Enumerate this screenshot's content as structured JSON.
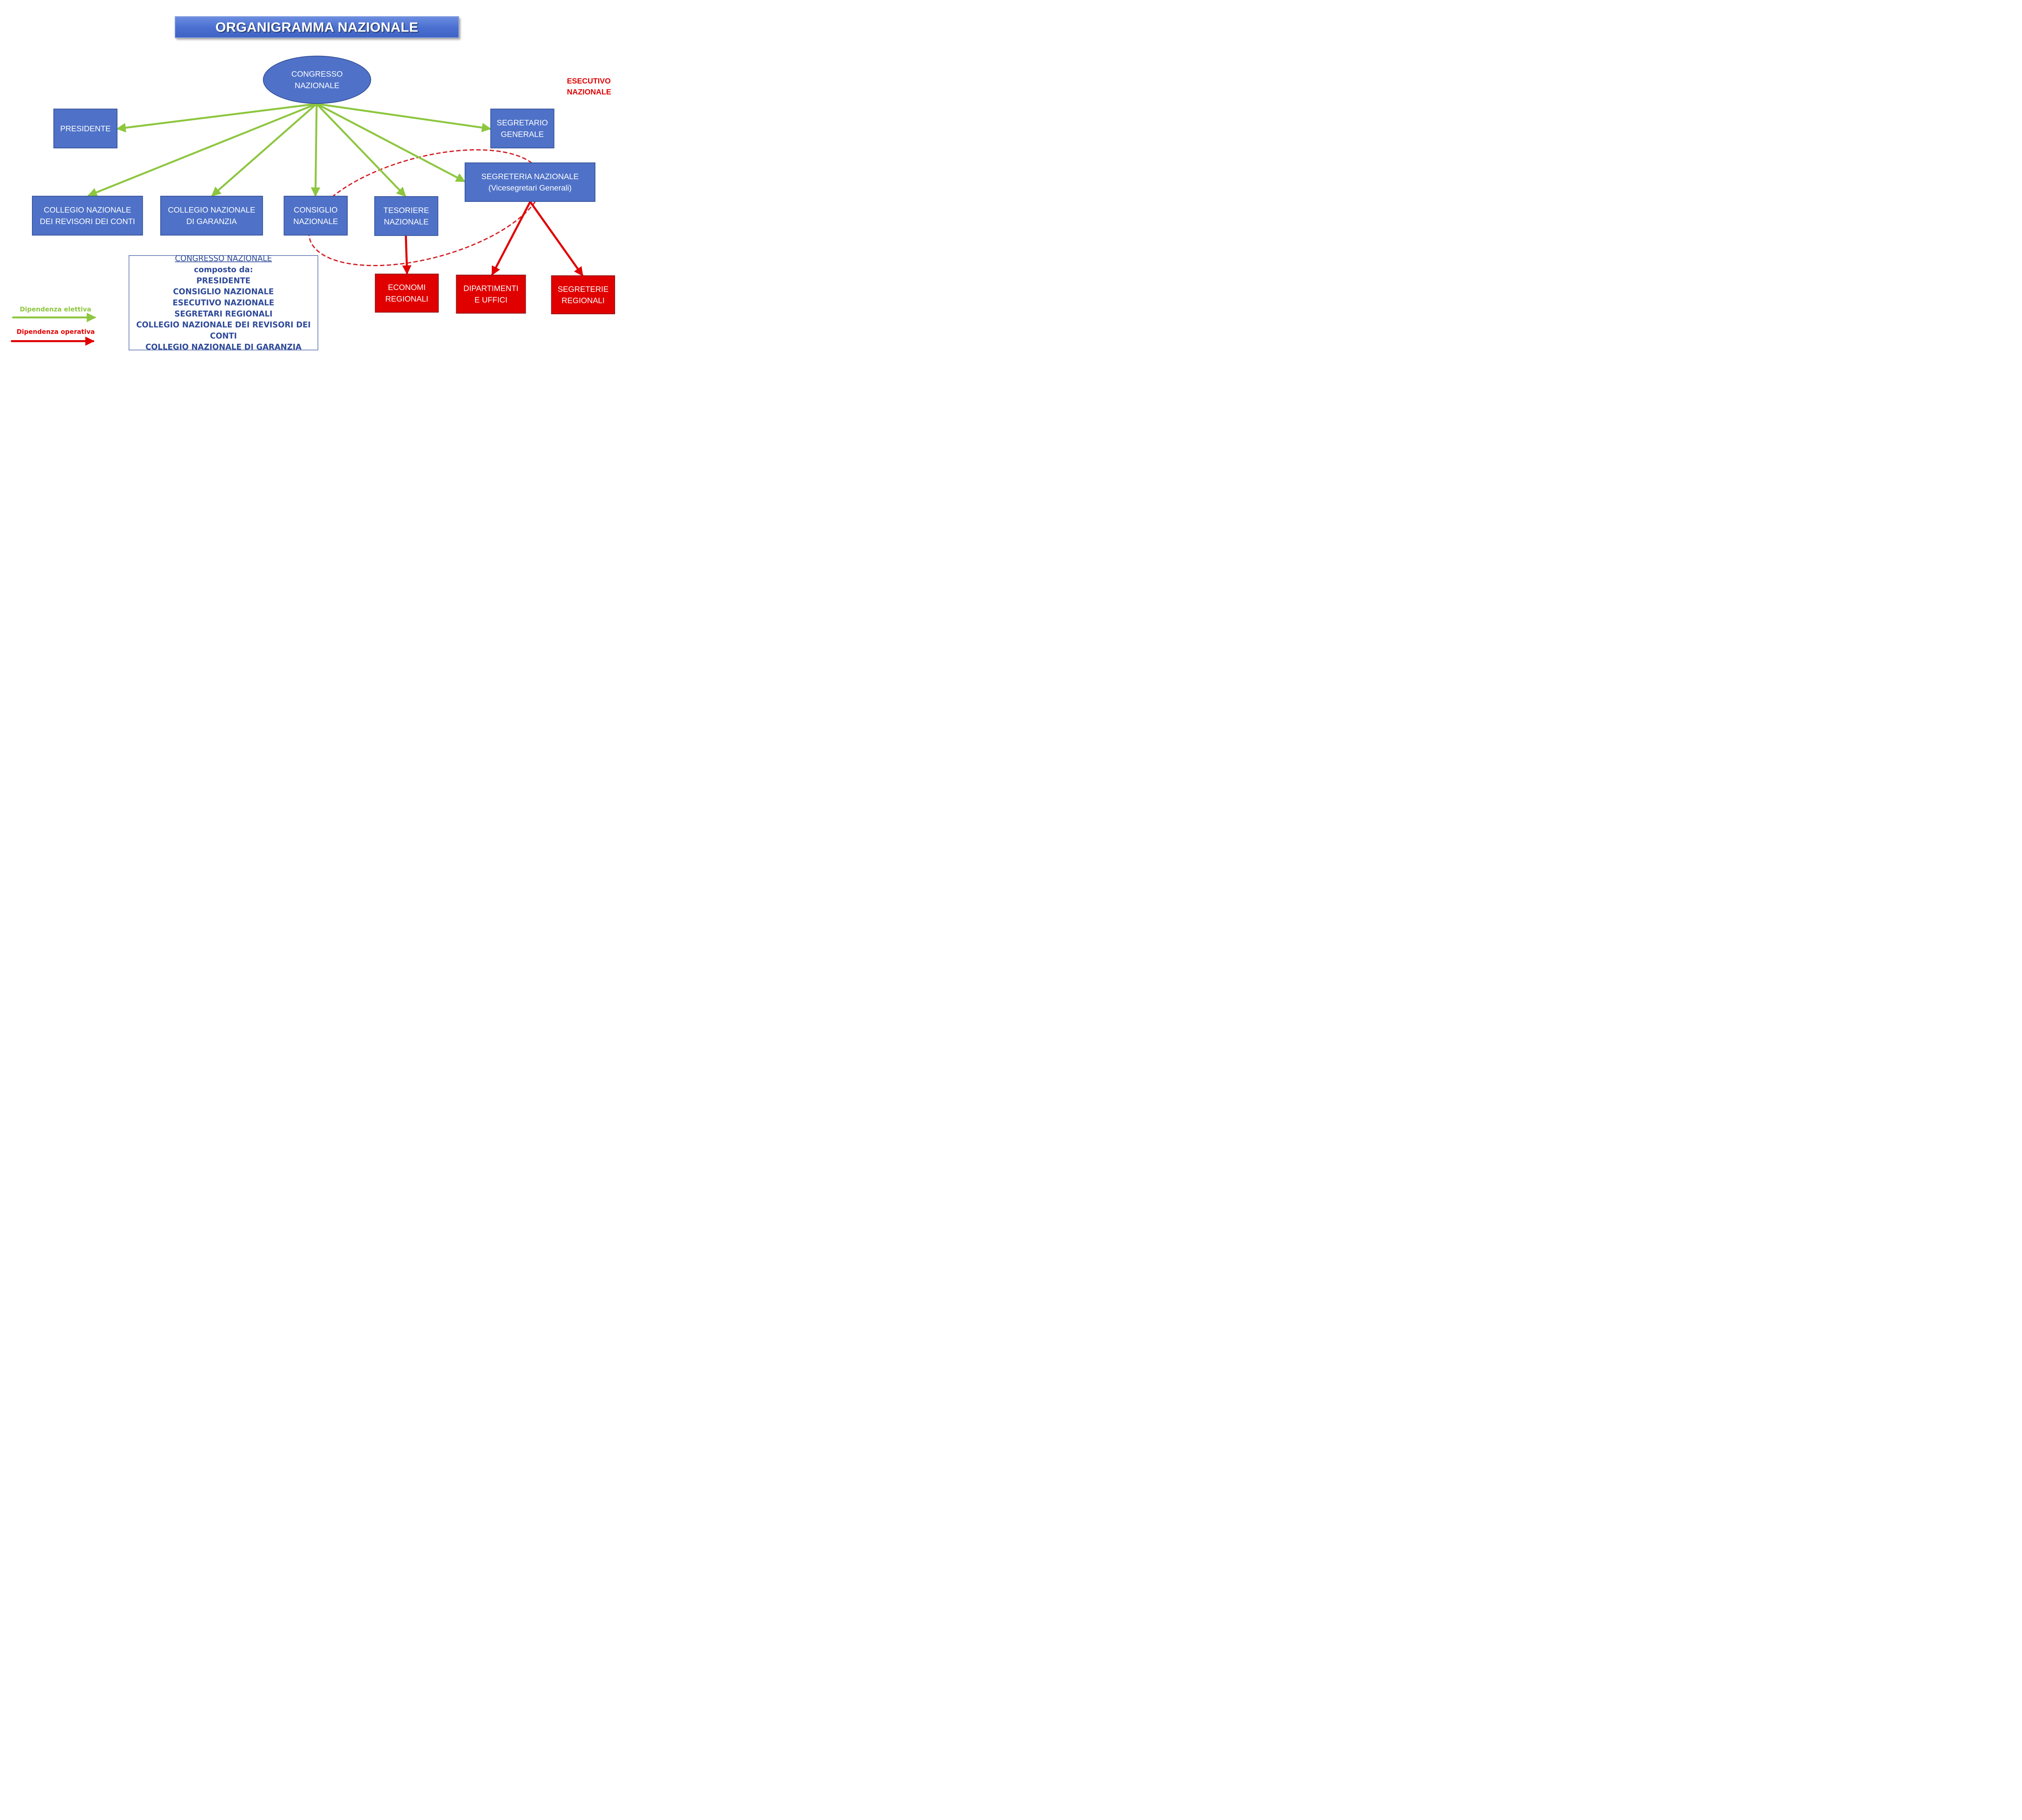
{
  "title": "ORGANIGRAMMA NAZIONALE",
  "nodes": {
    "congresso": "CONGRESSO\nNAZIONALE",
    "presidente": "PRESIDENTE",
    "segretario_generale": "SEGRETARIO\nGENERALE",
    "segreteria_nazionale": "SEGRETERIA NAZIONALE\n(Vicesegretari Generali)",
    "revisori": "COLLEGIO NAZIONALE\nDEI REVISORI DEI CONTI",
    "garanzia": "COLLEGIO  NAZIONALE\nDI GARANZIA",
    "consiglio": "CONSIGLIO\nNAZIONALE",
    "tesoriere": "TESORIERE\nNAZIONALE",
    "economi": "ECONOMI\nREGIONALI",
    "dipartimenti": "DIPARTIMENTI\nE UFFICI",
    "segreterie_regionali": "SEGRETERIE\nREGIONALI"
  },
  "executive_group_label": "ESECUTIVO\nNAZIONALE",
  "composition": {
    "heading": "CONGRESSO NAZIONALE",
    "intro": "composto da:",
    "members": [
      "PRESIDENTE",
      "CONSIGLIO NAZIONALE",
      "ESECUTIVO NAZIONALE",
      "SEGRETARI REGIONALI",
      "COLLEGIO NAZIONALE DEI REVISORI DEI CONTI",
      "COLLEGIO NAZIONALE DI GARANZIA"
    ]
  },
  "legend": {
    "elective": "Dipendenza elettiva",
    "operative": "Dipendenza operativa"
  },
  "colors": {
    "node_blue": "#4f72c8",
    "node_red": "#e00000",
    "elective_arrow": "#8dc63f",
    "operative_arrow": "#e00000",
    "text_dark_blue": "#2f4a9a"
  }
}
